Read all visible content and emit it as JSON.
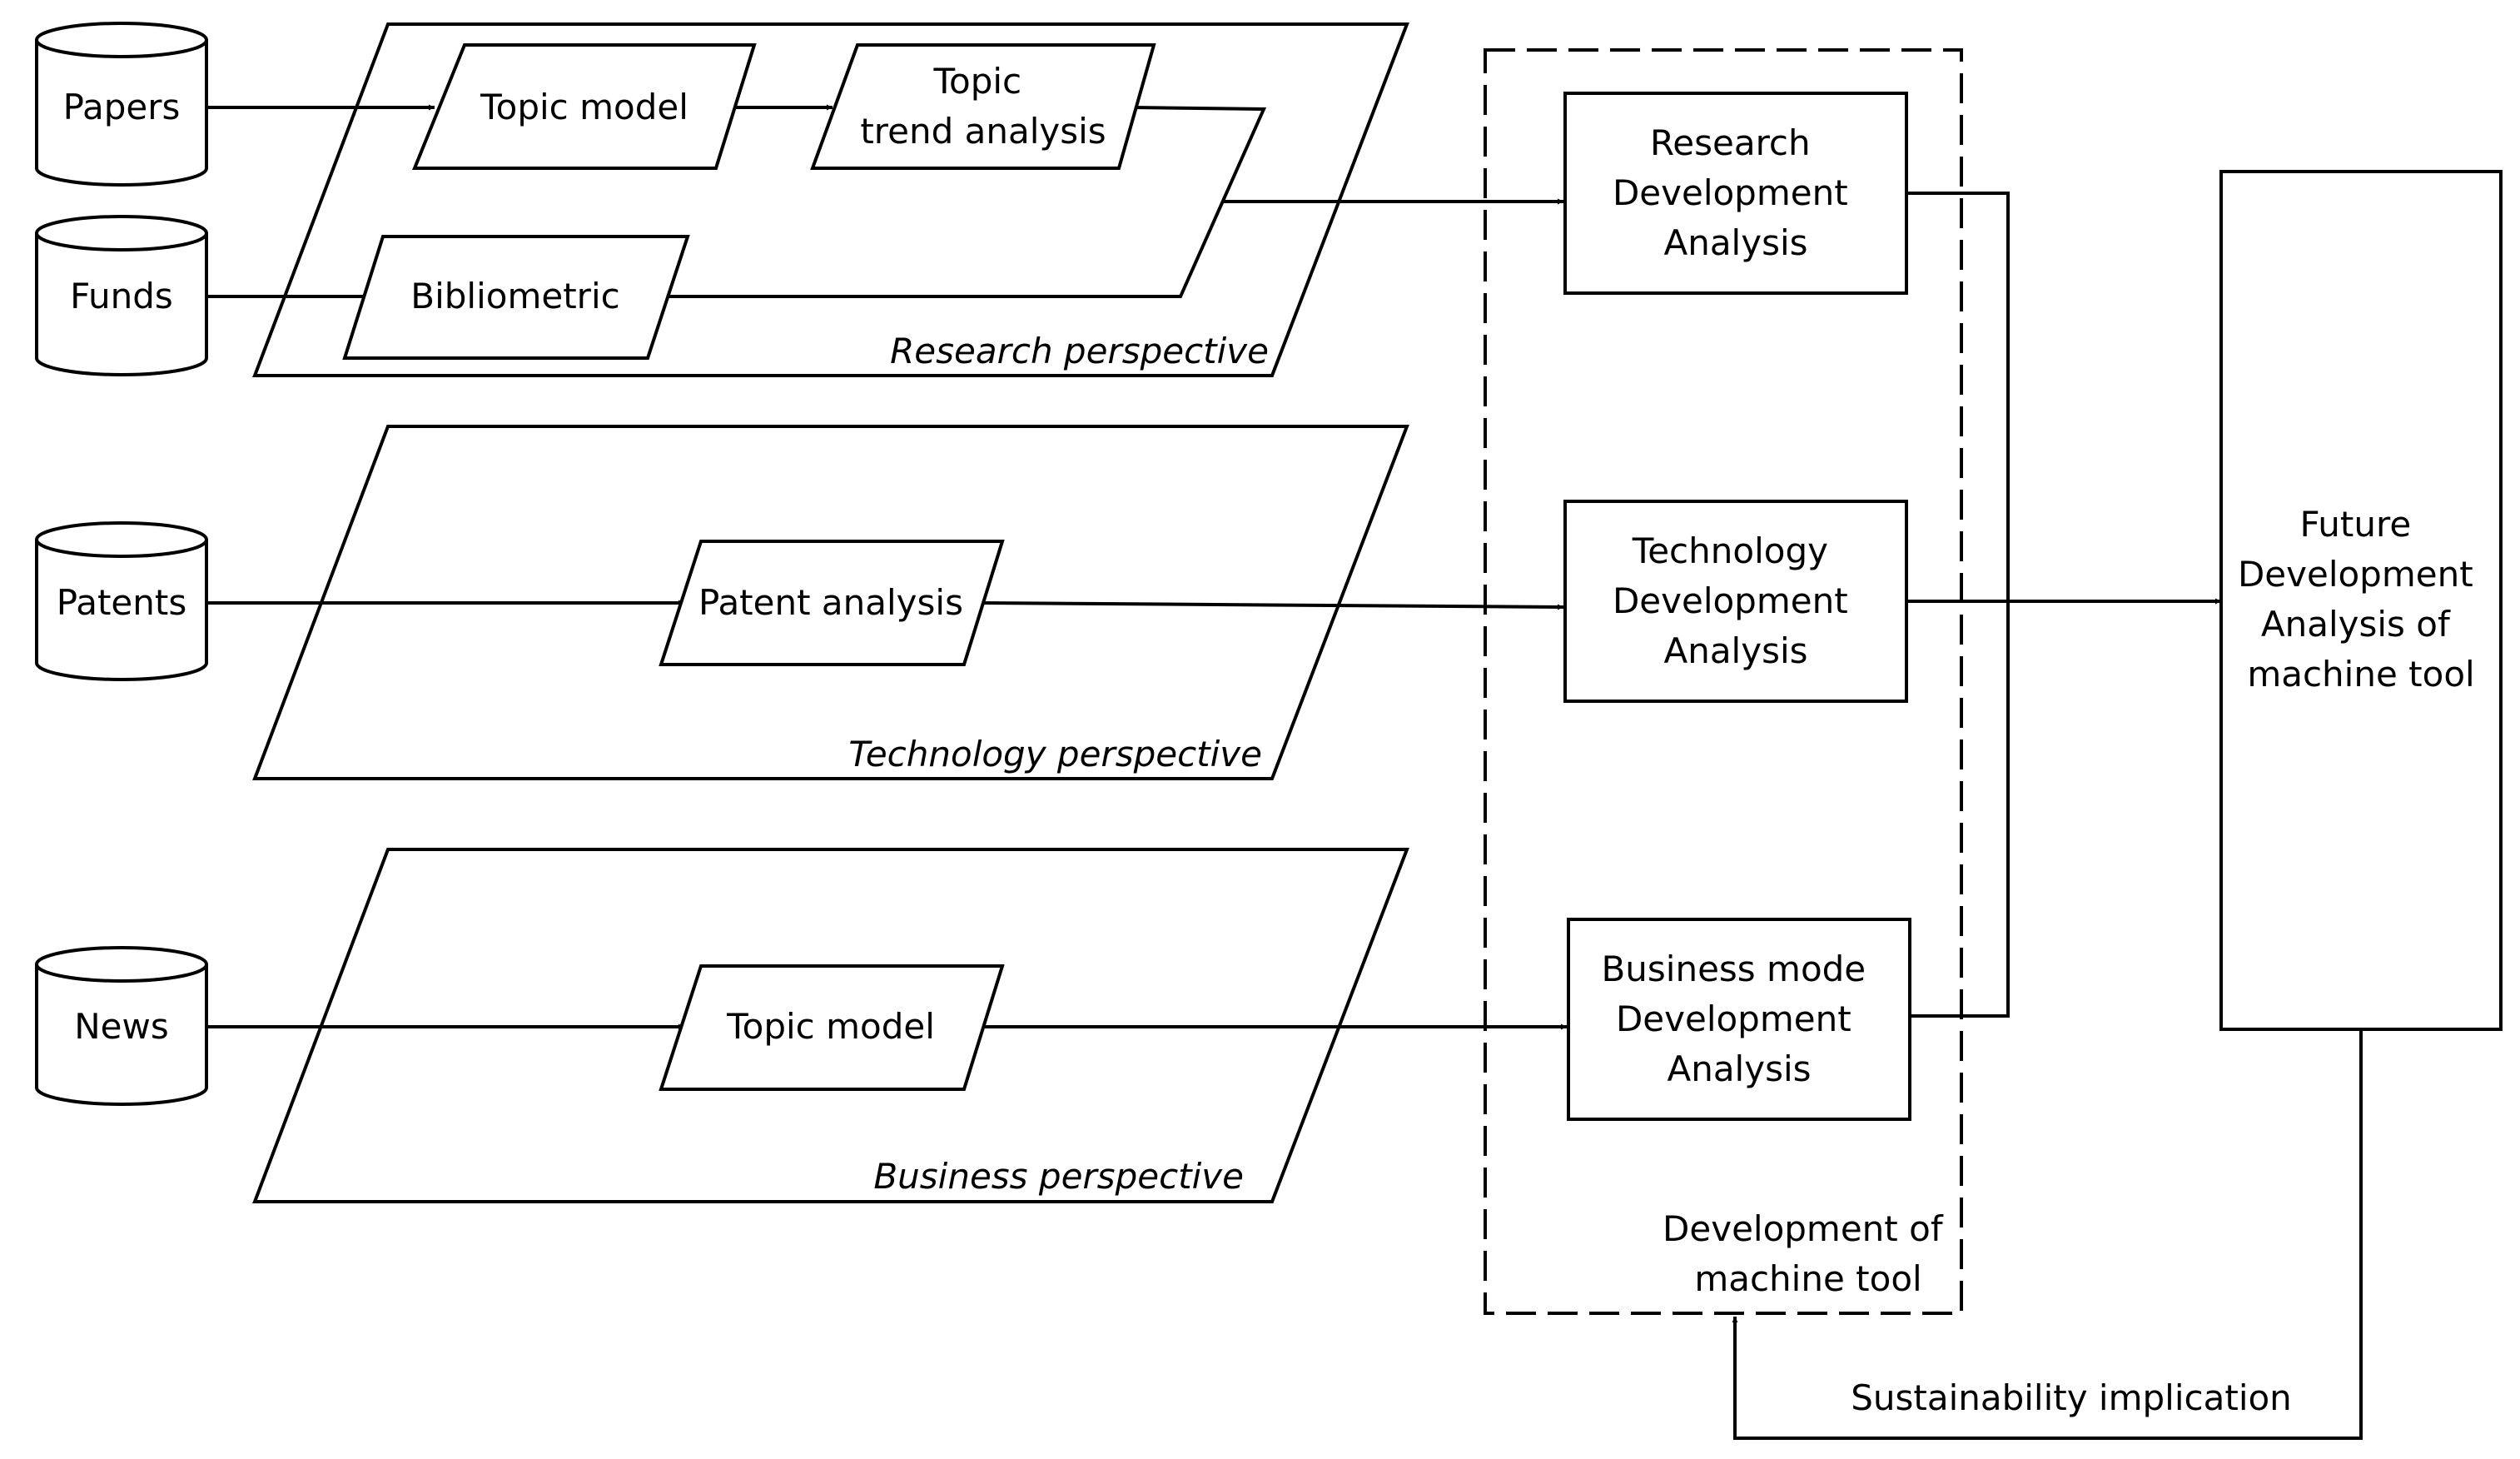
{
  "sources": {
    "papers": "Papers",
    "funds": "Funds",
    "patents": "Patents",
    "news": "News"
  },
  "process": {
    "topic_model_research": "Topic model",
    "topic_trend": [
      "Topic",
      "trend analysis"
    ],
    "bibliometric": "Bibliometric",
    "patent_analysis": "Patent analysis",
    "topic_model_business": "Topic model"
  },
  "perspectives": {
    "research": "Research perspective",
    "technology": "Technology perspective",
    "business": "Business perspective"
  },
  "analysis": {
    "research": [
      "Research",
      "Development",
      "Analysis"
    ],
    "technology": [
      "Technology",
      "Development",
      "Analysis"
    ],
    "business": [
      "Business mode",
      "Development",
      "Analysis"
    ]
  },
  "group_label": [
    "Development of",
    "machine tool"
  ],
  "future": [
    "Future",
    "Development",
    "Analysis of",
    "machine tool"
  ],
  "feedback_label": "Sustainability implication"
}
